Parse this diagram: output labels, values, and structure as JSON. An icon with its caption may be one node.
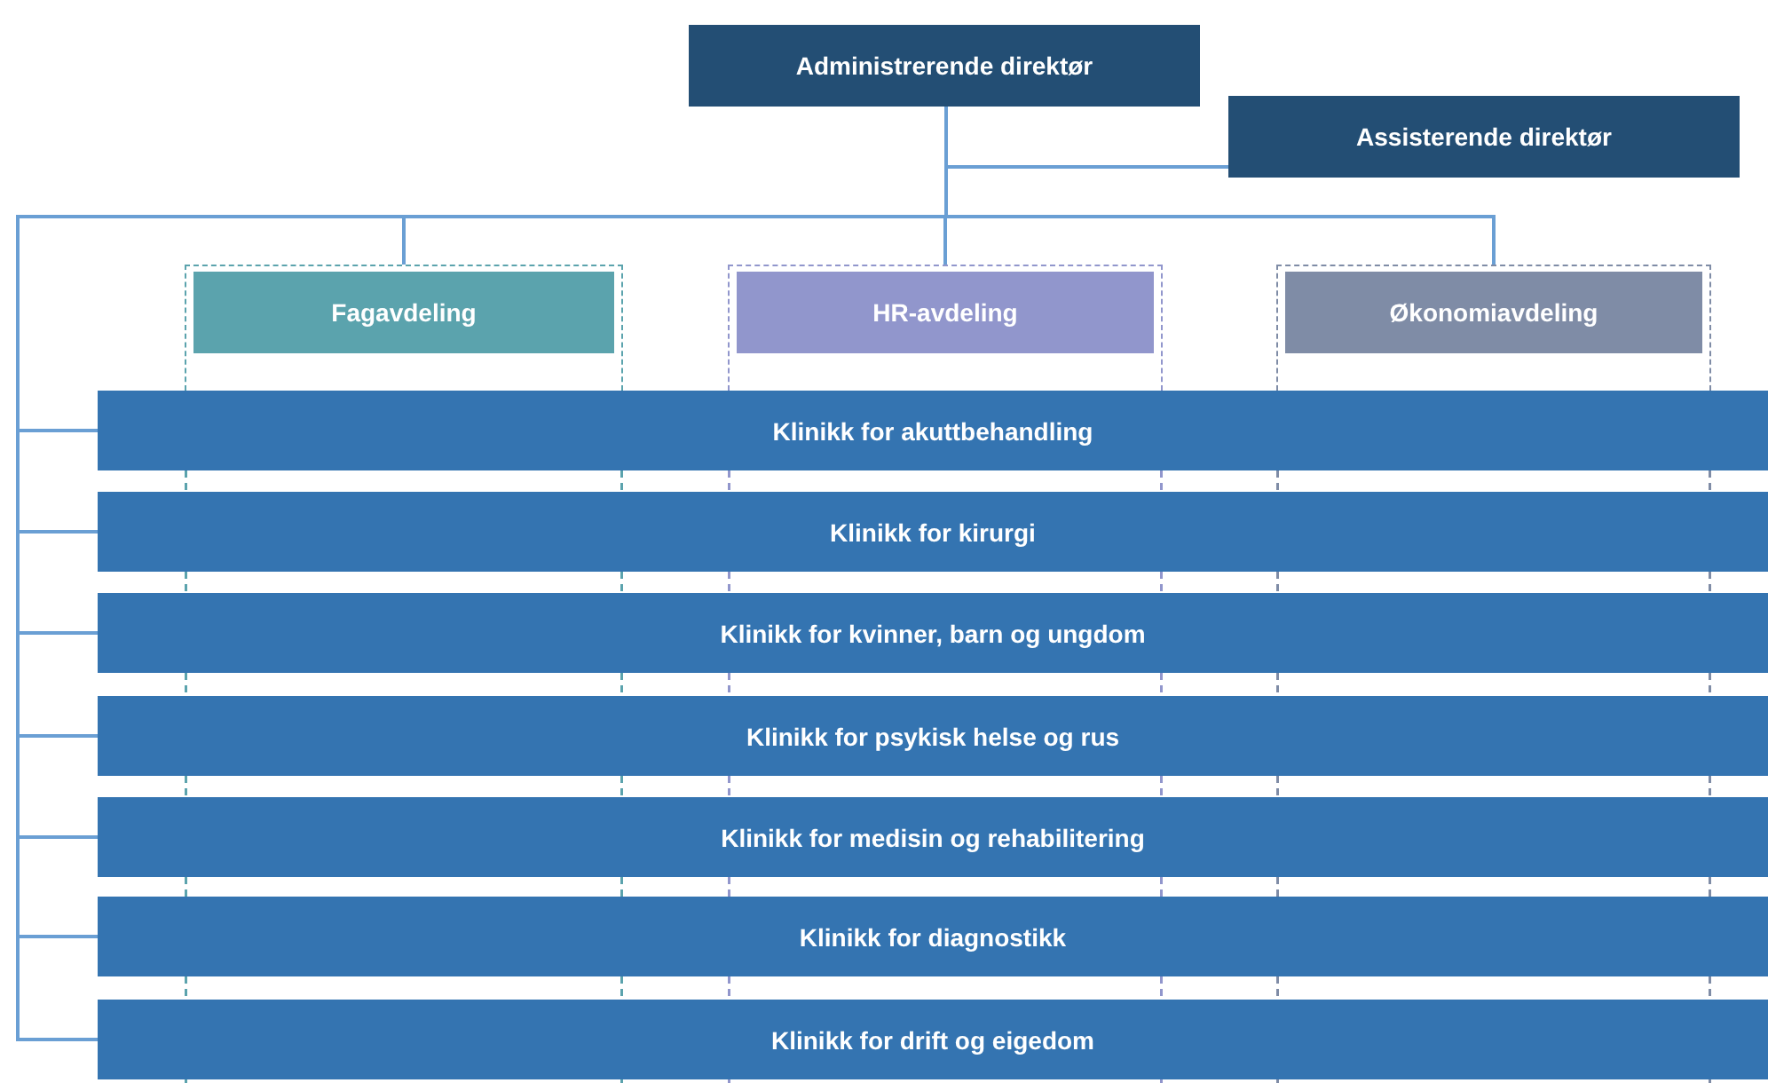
{
  "diagram": {
    "nodes": [
      {
        "text": [
          "Administrerende direktør"
        ]
      },
      {
        "text": [
          "Assisterende direktør"
        ]
      },
      {
        "text": [
          "Fagavdeling"
        ]
      },
      {
        "text": [
          "HR-avdeling"
        ]
      },
      {
        "text": [
          "Økonomiavdeling"
        ]
      },
      {
        "text": [
          "Klinikk for akuttbehandling"
        ]
      },
      {
        "text": [
          "Klinikk for kirurgi"
        ]
      },
      {
        "text": [
          "Klinikk for kvinner, barn og ungdom"
        ]
      },
      {
        "text": [
          "Klinikk for psykisk helse og rus"
        ]
      },
      {
        "text": [
          "Klinikk for medisin og rehabilitering"
        ]
      },
      {
        "text": [
          "Klinikk for diagnostikk"
        ]
      },
      {
        "text": [
          "Klinikk for drift og eigedom"
        ]
      }
    ],
    "edges": [
      {
        "from": 0,
        "to": 1,
        "arrow": "none"
      },
      {
        "from": 0,
        "to": 2,
        "arrow": "none"
      },
      {
        "from": 0,
        "to": 3,
        "arrow": "none"
      },
      {
        "from": 0,
        "to": 4,
        "arrow": "none"
      },
      {
        "from": 0,
        "to": 5,
        "arrow": "none"
      },
      {
        "from": 0,
        "to": 6,
        "arrow": "none"
      },
      {
        "from": 0,
        "to": 7,
        "arrow": "none"
      },
      {
        "from": 0,
        "to": 8,
        "arrow": "none"
      },
      {
        "from": 0,
        "to": 9,
        "arrow": "none"
      },
      {
        "from": 0,
        "to": 10,
        "arrow": "none"
      },
      {
        "from": 0,
        "to": 11,
        "arrow": "none"
      }
    ]
  }
}
